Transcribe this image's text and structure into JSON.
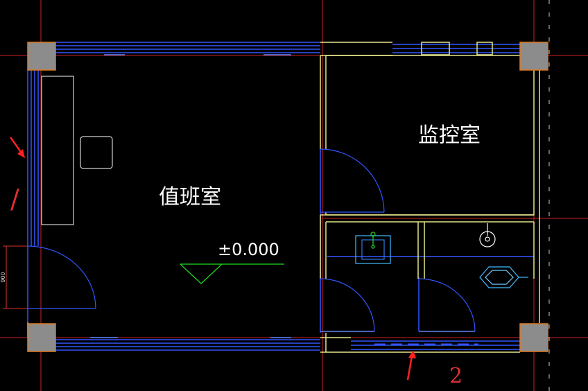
{
  "drawing": {
    "rooms": {
      "duty_room": "值班室",
      "monitor_room": "监控室"
    },
    "elevation_mark": "±0.000",
    "dimension_text": "900",
    "annotations": {
      "mark_left": "/",
      "mark_bottom": "2"
    },
    "colors": {
      "background": "#000000",
      "grid_axis": "#cc2222",
      "wall_blue": "#3355ff",
      "wall_yellow": "#e6e68a",
      "column_fill": "#8c8c8c",
      "column_border": "#e07a20",
      "fixture_cyan": "#44bbff",
      "elevation_green": "#22dd22",
      "furniture_white": "#d0d0d0",
      "dimension_red": "#e03030",
      "arrow_red": "#ff2020"
    }
  }
}
